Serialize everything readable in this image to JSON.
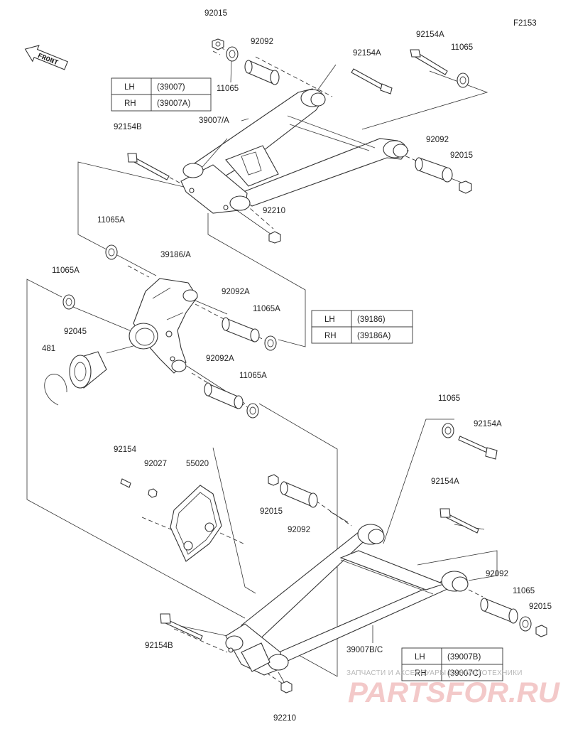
{
  "diagram_id": "F2153",
  "front_label": "FRONT",
  "labels": {
    "p92015_a": "92015",
    "p92092_a": "92092",
    "p92154A_a": "92154A",
    "p11065_a": "11065",
    "p92154A_b": "92154A",
    "p11065_b": "11065",
    "p39007A": "39007/A",
    "p92154B_a": "92154B",
    "p92092_b": "92092",
    "p92015_b": "92015",
    "p92210_a": "92210",
    "p11065A_a": "11065A",
    "p39186A": "39186/A",
    "p11065A_b": "11065A",
    "p92092A_a": "92092A",
    "p11065A_c": "11065A",
    "p92045": "92045",
    "p481": "481",
    "p92092A_b": "92092A",
    "p11065A_d": "11065A",
    "p11065_c": "11065",
    "p92154A_c": "92154A",
    "p92154": "92154",
    "p92027": "92027",
    "p55020": "55020",
    "p92154A_d": "92154A",
    "p92015_c": "92015",
    "p92092_c": "92092",
    "p92092_d": "92092",
    "p11065_d": "11065",
    "p92015_d": "92015",
    "p92154B_b": "92154B",
    "p39007BC": "39007B/C",
    "p92210_b": "92210"
  },
  "tables": {
    "upper_arm": {
      "rows": [
        [
          "LH",
          "(39007)"
        ],
        [
          "RH",
          "(39007A)"
        ]
      ]
    },
    "knuckle": {
      "rows": [
        [
          "LH",
          "(39186)"
        ],
        [
          "RH",
          "(39186A)"
        ]
      ]
    },
    "lower_arm": {
      "rows": [
        [
          "LH",
          "(39007B)"
        ],
        [
          "RH",
          "(39007C)"
        ]
      ]
    }
  },
  "watermark": {
    "line1": "ЗАПЧАСТИ И АКСЕССУАРЫ ДЛЯ МОТОТЕХНИКИ",
    "line2": "PARTSFOR.RU"
  }
}
